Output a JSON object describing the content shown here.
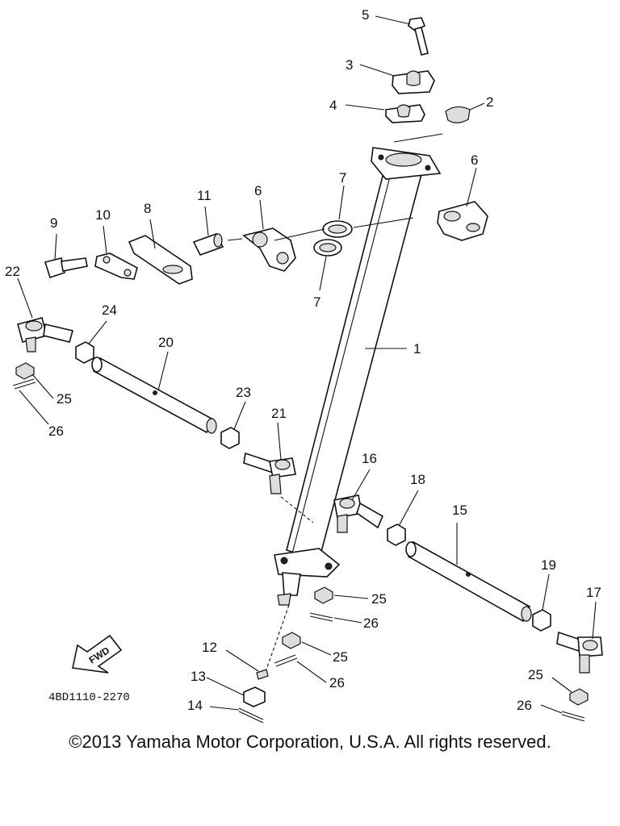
{
  "diagram": {
    "part_code": "4BD1110-2270",
    "fwd_label": "FWD",
    "callouts": [
      "1",
      "2",
      "3",
      "4",
      "5",
      "6",
      "6",
      "7",
      "7",
      "8",
      "9",
      "10",
      "11",
      "12",
      "13",
      "14",
      "15",
      "16",
      "17",
      "18",
      "19",
      "20",
      "21",
      "22",
      "23",
      "24",
      "25",
      "25",
      "25",
      "25",
      "26",
      "26",
      "26",
      "26"
    ]
  },
  "footer": {
    "copyright": "©2013 Yamaha Motor Corporation, U.S.A. All rights reserved."
  }
}
